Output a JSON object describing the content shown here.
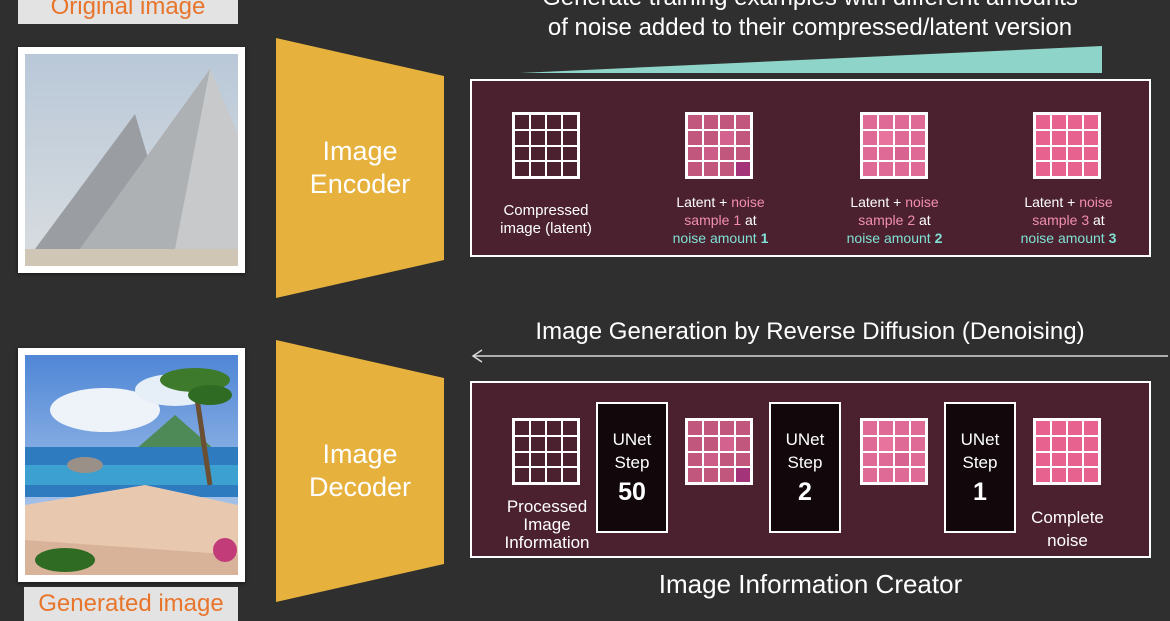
{
  "original_tag": "Original image",
  "generated_tag": "Generated image",
  "encoder": {
    "line1": "Image",
    "line2": "Encoder"
  },
  "decoder": {
    "line1": "Image",
    "line2": "Decoder"
  },
  "forward_title": {
    "line1": "Generate training examples with different amounts",
    "line2": "of noise added to their compressed/latent version"
  },
  "reverse_title": "Image Generation by Reverse Diffusion (Denoising)",
  "bottom_title": "Image Information Creator",
  "training": {
    "compressed": {
      "line1": "Compressed",
      "line2": "image (latent)"
    },
    "samples": [
      {
        "prefix": "Latent + ",
        "noise_word": "noise",
        "sample_text": "sample 1",
        "at": " at",
        "amount_text": "noise amount ",
        "amount_num": "1"
      },
      {
        "prefix": "Latent + ",
        "noise_word": "noise",
        "sample_text": "sample 2",
        "at": " at",
        "amount_text": "noise amount ",
        "amount_num": "2"
      },
      {
        "prefix": "Latent + ",
        "noise_word": "noise",
        "sample_text": "sample 3",
        "at": " at",
        "amount_text": "noise amount ",
        "amount_num": "3"
      }
    ]
  },
  "denoise": {
    "processed": {
      "line1": "Processed",
      "line2": "Image",
      "line3": "Information"
    },
    "unet_steps": [
      {
        "line1": "UNet",
        "line2": "Step",
        "num": "50"
      },
      {
        "line1": "UNet",
        "line2": "Step",
        "num": "2"
      },
      {
        "line1": "UNet",
        "line2": "Step",
        "num": "1"
      }
    ],
    "complete": {
      "line1": "Complete",
      "line2": "noise"
    }
  },
  "colors": {
    "trapezoid": "#e6b13c",
    "panel": "#4b2130",
    "noise_pink": "#f28fb0",
    "teal": "#7fe2d4",
    "wedge": "#8fd4c8"
  }
}
